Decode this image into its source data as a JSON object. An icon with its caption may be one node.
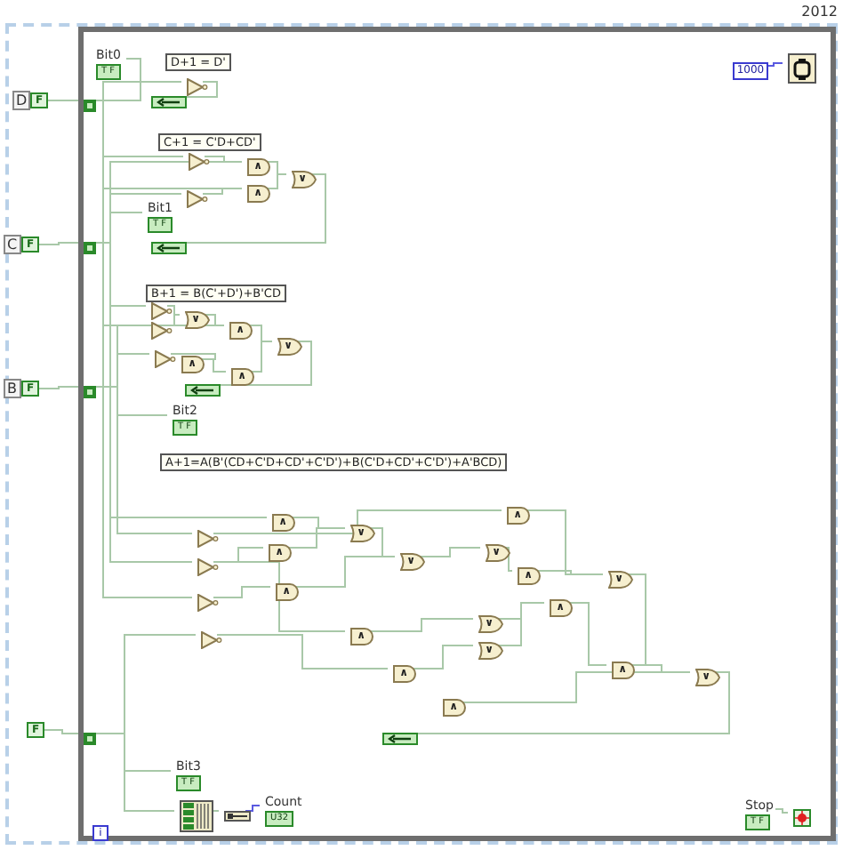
{
  "diagram": {
    "nodes": [
      {
        "text": [],
        "shape": "box"
      },
      {
        "text": [
          "F"
        ],
        "beside": [
          "D"
        ]
      },
      {
        "text": [],
        "shape": "box",
        "in": 0
      },
      {
        "text": [
          "F"
        ],
        "beside": [
          "C"
        ]
      },
      {
        "text": [],
        "shape": "box",
        "in": 0
      },
      {
        "text": [
          "F"
        ],
        "beside": [
          "B"
        ]
      },
      {
        "text": [],
        "shape": "box",
        "in": 0
      },
      {
        "text": [
          "F"
        ]
      },
      {
        "text": [],
        "shape": "box",
        "in": 0
      },
      {
        "text": [
          "Bit0",
          "T F"
        ],
        "in": 0
      },
      {
        "text": [
          "D+1 = D'"
        ],
        "in": 0
      },
      {
        "text": [],
        "shape": "triangle",
        "in": 0
      },
      {
        "text": [],
        "shape": "box",
        "in": 0
      },
      {
        "text": [
          "C+1 = C'D+CD'"
        ],
        "in": 0
      },
      {
        "text": [],
        "shape": "triangle",
        "in": 0
      },
      {
        "text": [
          "∧"
        ],
        "in": 0
      },
      {
        "text": [
          "∨"
        ],
        "in": 0
      },
      {
        "text": [],
        "shape": "triangle",
        "in": 0
      },
      {
        "text": [
          "∧"
        ],
        "in": 0
      },
      {
        "text": [
          "Bit1",
          "T F"
        ],
        "in": 0
      },
      {
        "text": [],
        "shape": "box",
        "in": 0
      },
      {
        "text": [
          "B+1 = B(C'+D')+B'CD"
        ],
        "in": 0
      },
      {
        "text": [],
        "shape": "triangle",
        "in": 0
      },
      {
        "text": [],
        "shape": "triangle",
        "in": 0
      },
      {
        "text": [
          "∨"
        ],
        "in": 0
      },
      {
        "text": [
          "∧"
        ],
        "in": 0
      },
      {
        "text": [
          "∨"
        ],
        "in": 0
      },
      {
        "text": [],
        "shape": "triangle",
        "in": 0
      },
      {
        "text": [
          "∧"
        ],
        "in": 0
      },
      {
        "text": [
          "∧"
        ],
        "in": 0
      },
      {
        "text": [],
        "shape": "box",
        "in": 0
      },
      {
        "text": [
          "Bit2",
          "T F"
        ],
        "in": 0
      },
      {
        "text": [
          "A+1=A(B'(CD+C'D+CD'+C'D')+B(C'D+CD'+C'D')+A'BCD)"
        ],
        "in": 0
      },
      {
        "text": [],
        "shape": "triangle",
        "in": 0
      },
      {
        "text": [],
        "shape": "triangle",
        "in": 0
      },
      {
        "text": [],
        "shape": "triangle",
        "in": 0
      },
      {
        "text": [],
        "shape": "triangle",
        "in": 0
      },
      {
        "text": [
          "∧"
        ],
        "in": 0
      },
      {
        "text": [
          "∧"
        ],
        "in": 0
      },
      {
        "text": [
          "∧"
        ],
        "in": 0
      },
      {
        "text": [
          "∧"
        ],
        "in": 0
      },
      {
        "text": [
          "∧"
        ],
        "in": 0
      },
      {
        "text": [
          "∨"
        ],
        "in": 0
      },
      {
        "text": [
          "∨"
        ],
        "in": 0
      },
      {
        "text": [
          "∧"
        ],
        "in": 0
      },
      {
        "text": [
          "∨"
        ],
        "in": 0
      },
      {
        "text": [
          "∧"
        ],
        "in": 0
      },
      {
        "text": [
          "∨"
        ],
        "in": 0
      },
      {
        "text": [
          "∧"
        ],
        "in": 0
      },
      {
        "text": [
          "∨"
        ],
        "in": 0
      },
      {
        "text": [
          "∨"
        ],
        "in": 0
      },
      {
        "text": [
          "∧"
        ],
        "in": 0
      },
      {
        "text": [
          "∨"
        ],
        "in": 0
      },
      {
        "text": [
          "∧"
        ],
        "in": 0
      },
      {
        "text": [],
        "shape": "box",
        "in": 0
      },
      {
        "text": [
          "Bit3",
          "T F"
        ],
        "in": 0
      },
      {
        "text": [],
        "shape": "box",
        "in": 0
      },
      {
        "text": [],
        "shape": "box",
        "in": 0
      },
      {
        "text": [
          "Count",
          "U32"
        ],
        "in": 0
      },
      {
        "text": [
          "i"
        ],
        "in": 0
      },
      {
        "text": [
          "1000"
        ],
        "in": 0
      },
      {
        "text": [],
        "shape": "picture",
        "in": 0
      },
      {
        "text": [
          "Stop",
          "T F"
        ],
        "in": 0
      },
      {
        "text": [],
        "shape": "box",
        "in": 0
      }
    ],
    "edges": [
      {
        "from": 1,
        "to": 2,
        "arrow": "none"
      },
      {
        "from": 3,
        "to": 4,
        "arrow": "none"
      },
      {
        "from": 5,
        "to": 6,
        "arrow": "none"
      },
      {
        "from": 7,
        "to": 8,
        "arrow": "none"
      },
      {
        "from": 2,
        "to": 9,
        "arrow": "none"
      },
      {
        "from": 2,
        "to": 11,
        "arrow": "none"
      },
      {
        "from": 11,
        "to": 12,
        "arrow": "none"
      },
      {
        "from": 2,
        "to": 14,
        "arrow": "none"
      },
      {
        "from": 4,
        "to": 15,
        "arrow": "none"
      },
      {
        "from": 14,
        "to": 15,
        "arrow": "none"
      },
      {
        "from": 4,
        "to": 17,
        "arrow": "none"
      },
      {
        "from": 2,
        "to": 18,
        "arrow": "none"
      },
      {
        "from": 17,
        "to": 18,
        "arrow": "none"
      },
      {
        "from": 15,
        "to": 16,
        "arrow": "none"
      },
      {
        "from": 18,
        "to": 16,
        "arrow": "none"
      },
      {
        "from": 16,
        "to": 20,
        "arrow": "none"
      },
      {
        "from": 4,
        "to": 19,
        "arrow": "none"
      },
      {
        "from": 4,
        "to": 22,
        "arrow": "none"
      },
      {
        "from": 2,
        "to": 23,
        "arrow": "none"
      },
      {
        "from": 22,
        "to": 24,
        "arrow": "none"
      },
      {
        "from": 23,
        "to": 24,
        "arrow": "none"
      },
      {
        "from": 24,
        "to": 25,
        "arrow": "none"
      },
      {
        "from": 6,
        "to": 25,
        "arrow": "none"
      },
      {
        "from": 6,
        "to": 27,
        "arrow": "none"
      },
      {
        "from": 27,
        "to": 28,
        "arrow": "none"
      },
      {
        "from": 28,
        "to": 29,
        "arrow": "none"
      },
      {
        "from": 25,
        "to": 26,
        "arrow": "none"
      },
      {
        "from": 29,
        "to": 26,
        "arrow": "none"
      },
      {
        "from": 26,
        "to": 30,
        "arrow": "none"
      },
      {
        "from": 6,
        "to": 31,
        "arrow": "none"
      },
      {
        "from": 6,
        "to": 33,
        "arrow": "none"
      },
      {
        "from": 4,
        "to": 34,
        "arrow": "none"
      },
      {
        "from": 2,
        "to": 35,
        "arrow": "none"
      },
      {
        "from": 8,
        "to": 36,
        "arrow": "none"
      },
      {
        "from": 4,
        "to": 37,
        "arrow": "none"
      },
      {
        "from": 34,
        "to": 38,
        "arrow": "none"
      },
      {
        "from": 35,
        "to": 39,
        "arrow": "none"
      },
      {
        "from": 34,
        "to": 40,
        "arrow": "none"
      },
      {
        "from": 36,
        "to": 41,
        "arrow": "none"
      },
      {
        "from": 37,
        "to": 42,
        "arrow": "none"
      },
      {
        "from": 38,
        "to": 42,
        "arrow": "none"
      },
      {
        "from": 42,
        "to": 43,
        "arrow": "none"
      },
      {
        "from": 39,
        "to": 43,
        "arrow": "none"
      },
      {
        "from": 33,
        "to": 44,
        "arrow": "none"
      },
      {
        "from": 43,
        "to": 45,
        "arrow": "none"
      },
      {
        "from": 45,
        "to": 46,
        "arrow": "none"
      },
      {
        "from": 44,
        "to": 47,
        "arrow": "none"
      },
      {
        "from": 46,
        "to": 47,
        "arrow": "none"
      },
      {
        "from": 40,
        "to": 49,
        "arrow": "none"
      },
      {
        "from": 41,
        "to": 50,
        "arrow": "none"
      },
      {
        "from": 49,
        "to": 48,
        "arrow": "none"
      },
      {
        "from": 50,
        "to": 48,
        "arrow": "none"
      },
      {
        "from": 47,
        "to": 51,
        "arrow": "none"
      },
      {
        "from": 48,
        "to": 51,
        "arrow": "none"
      },
      {
        "from": 51,
        "to": 52,
        "arrow": "none"
      },
      {
        "from": 53,
        "to": 52,
        "arrow": "none"
      },
      {
        "from": 52,
        "to": 54,
        "arrow": "none"
      },
      {
        "from": 8,
        "to": 55,
        "arrow": "none"
      },
      {
        "from": 8,
        "to": 56,
        "arrow": "none"
      },
      {
        "from": 56,
        "to": 57,
        "arrow": "none"
      },
      {
        "from": 57,
        "to": 58,
        "arrow": "none",
        "color": "#5a5ae0"
      },
      {
        "from": 60,
        "to": 61,
        "arrow": "none",
        "color": "#5a5ae0"
      },
      {
        "from": 62,
        "to": 63,
        "arrow": "none"
      }
    ],
    "labels": [
      "2012"
    ]
  }
}
